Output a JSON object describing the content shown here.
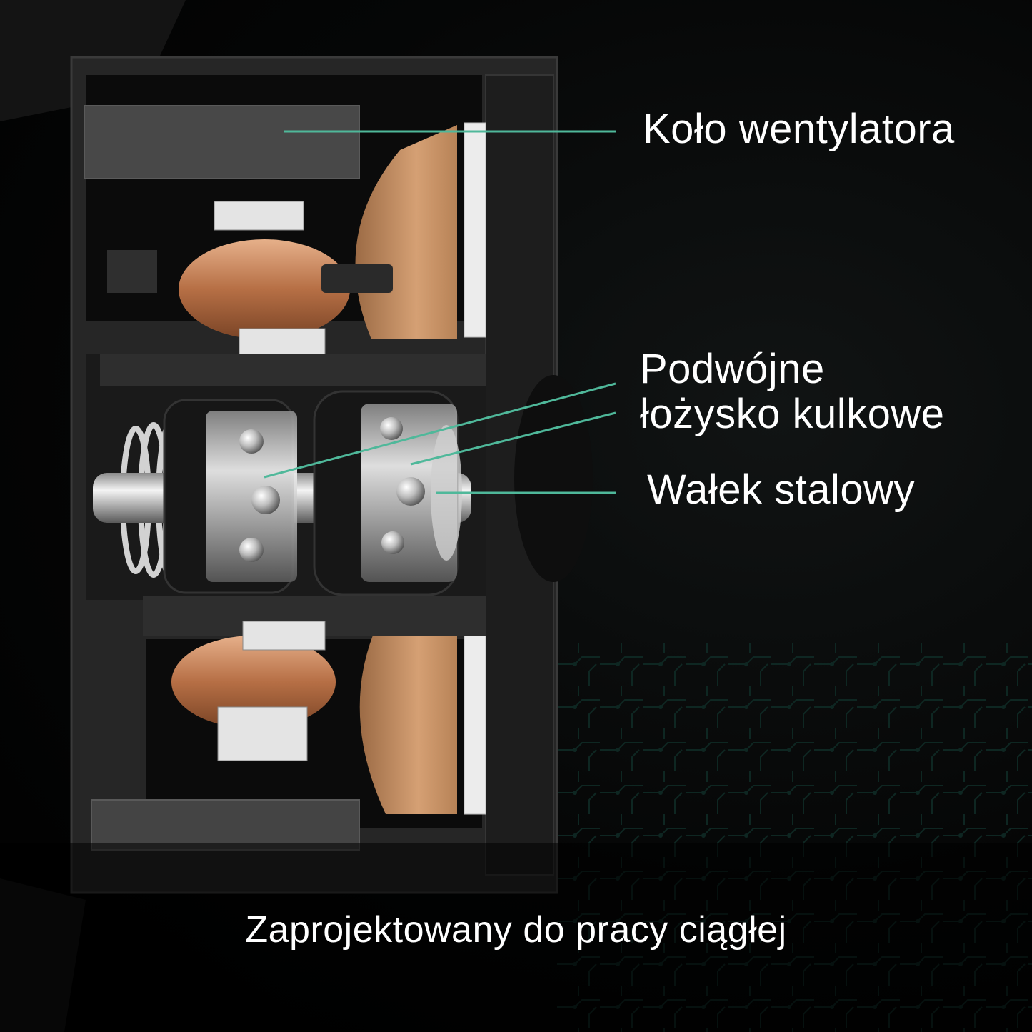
{
  "labels": {
    "fan_wheel": "Koło wentylatora",
    "bearing_line1": "Podwójne",
    "bearing_line2": "łożysko kulkowe",
    "shaft": "Wałek stalowy"
  },
  "caption": "Zaprojektowany do pracy ciągłej",
  "colors": {
    "background": "#000000",
    "housing": "#2b2b2b",
    "housing_edge": "#3d3d3d",
    "magnet": "#4a4a4a",
    "copper": "#c9875a",
    "tan_disc": "#c8956a",
    "steel": "#d8d8d8",
    "leader_line": "#4fb89a",
    "text": "#ffffff"
  }
}
